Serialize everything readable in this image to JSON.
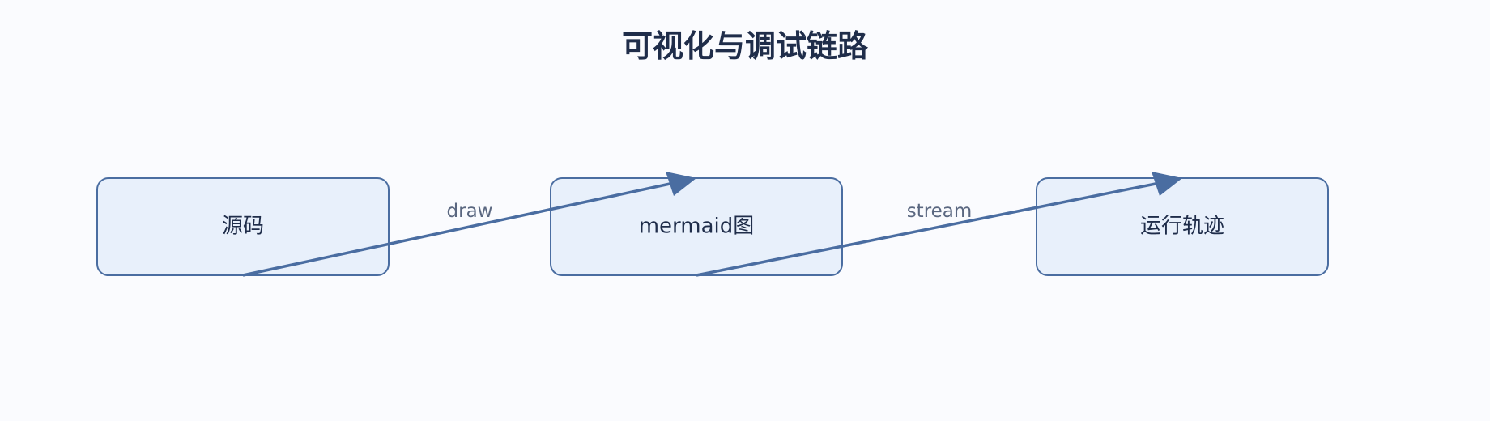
{
  "title": "可视化与调试链路",
  "nodes": [
    {
      "id": "source",
      "label": "源码"
    },
    {
      "id": "mermaid",
      "label": "mermaid图"
    },
    {
      "id": "trace",
      "label": "运行轨迹"
    }
  ],
  "edges": [
    {
      "from": "source",
      "to": "mermaid",
      "label": "draw"
    },
    {
      "from": "mermaid",
      "to": "trace",
      "label": "stream"
    }
  ],
  "colors": {
    "background": "#fafbfe",
    "node_fill": "#e8f0fb",
    "node_stroke": "#4a6da1",
    "edge": "#4a6da1",
    "title": "#1f2d4a",
    "edge_label": "#5a6780"
  }
}
